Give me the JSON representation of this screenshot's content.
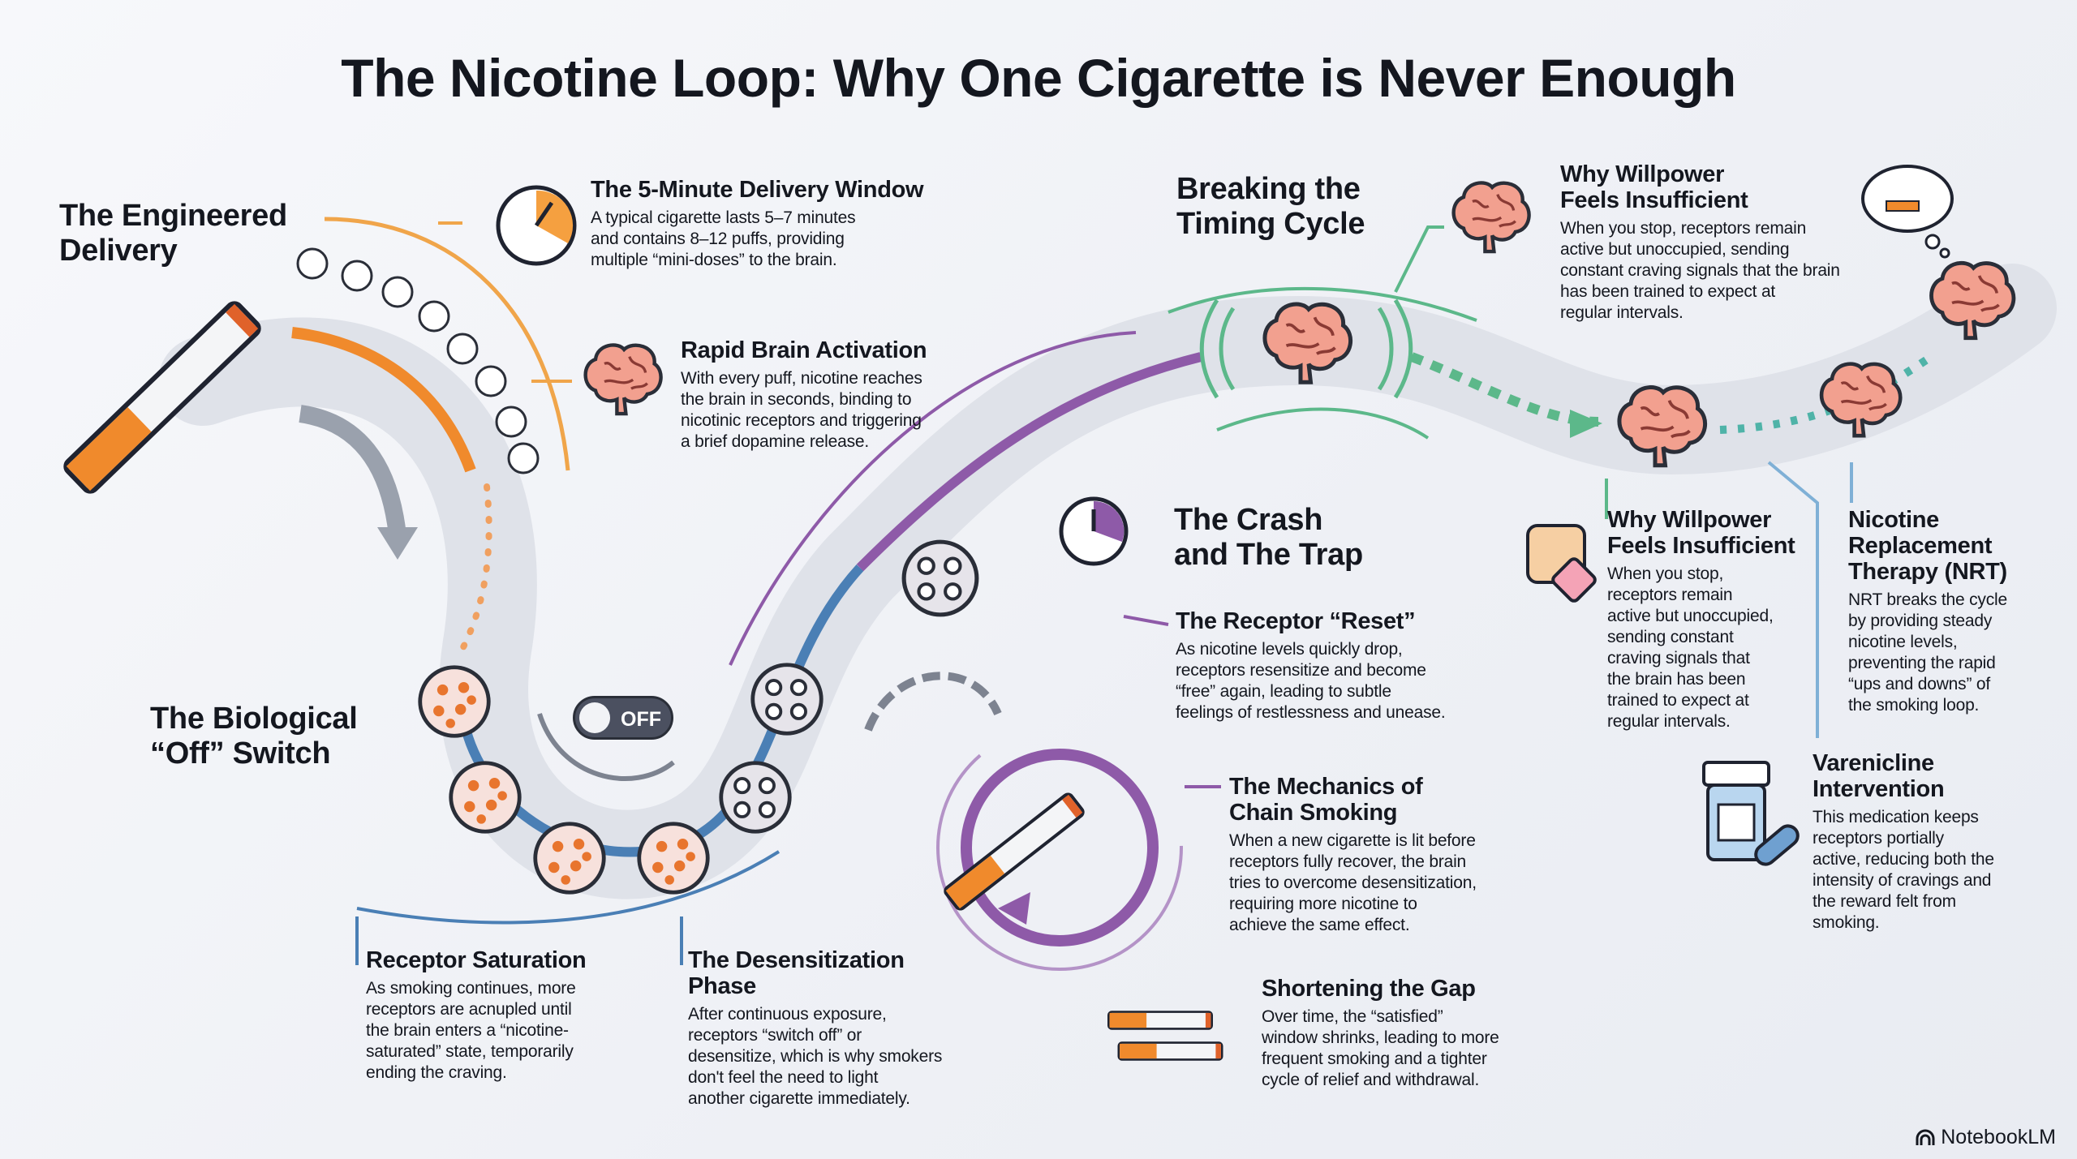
{
  "title": "The Nicotine Loop: Why One Cigarette is Never Enough",
  "sections": {
    "engineered_delivery": "The Engineered\nDelivery",
    "biological_off": "The Biological\n“Off” Switch",
    "breaking_cycle": "Breaking the\nTiming Cycle",
    "crash_trap": "The Crash\nand The Trap"
  },
  "blocks": {
    "delivery_window": {
      "title": "The 5-Minute Delivery Window",
      "body": "A typical cigarette lasts 5–7 minutes\nand contains 8–12 puffs, providing\nmultiple “mini-doses” to the brain."
    },
    "brain_activation": {
      "title": "Rapid Brain Activation",
      "body": "With every puff, nicotine reaches\nthe brain in seconds, binding to\nnicotinic receptors and triggering\na brief dopamine release."
    },
    "receptor_saturation": {
      "title": "Receptor Saturation",
      "body": "As smoking continues, more\nreceptors are acnupled until\nthe brain enters a “nicotine-\nsaturated” state, temporarily\nending the craving."
    },
    "desensitization": {
      "title": "The Desensitization\nPhase",
      "body": "After continuous exposure,\nreceptors “switch off” or\ndesensitize, which is why smokers\ndon't feel the need to light\nanother cigarette immediately."
    },
    "receptor_reset": {
      "title": "The Receptor “Reset”",
      "body": "As nicotine levels quickly drop,\nreceptors resensitize and become\n“free” again, leading to subtle\nfeelings of restlessness and unease."
    },
    "chain_smoking": {
      "title": "The Mechanics of\nChain Smoking",
      "body": "When a new cigarette is lit before\nreceptors fully recover, the brain\ntries to overcome desensitization,\nrequiring more nicotine to\nachieve the same effect."
    },
    "shortening_gap": {
      "title": "Shortening the Gap",
      "body": "Over time, the “satisfied”\nwindow shrinks, leading to more\nfrequent smoking and a tighter\ncycle of relief and withdrawal."
    },
    "willpower_top": {
      "title": "Why Willpower\nFeels Insufficient",
      "body": "When you stop, receptors remain\nactive but unoccupied, sending\nconstant craving signals that the brain\nhas been trained to expect at\nregular intervals."
    },
    "willpower_mid": {
      "title": "Why Willpower\nFeels Insufficient",
      "body": "When you stop,\nreceptors remain\nactive but unoccupied,\nsending constant\ncraving signals that\nthe brain has been\ntrained to expect at\nregular intervals."
    },
    "nrt": {
      "title": "Nicotine\nReplacement\nTherapy (NRT)",
      "body": "NRT breaks the cycle\nby providing steady\nnicotine levels,\npreventing the rapid\n“ups and downs” of\nthe smoking loop."
    },
    "varenicline": {
      "title": "Varenicline\nIntervention",
      "body": "This medication keeps\nreceptors portially\nactive, reducing both the\nintensity of cravings and\nthe reward felt from\nsmoking."
    }
  },
  "toggle_label": "OFF",
  "brand": "NotebookLM",
  "colors": {
    "orange": "#f08a2c",
    "purple": "#8e5aa8",
    "blue": "#4a7fb5",
    "green": "#5cb88a",
    "text": "#14171f"
  }
}
